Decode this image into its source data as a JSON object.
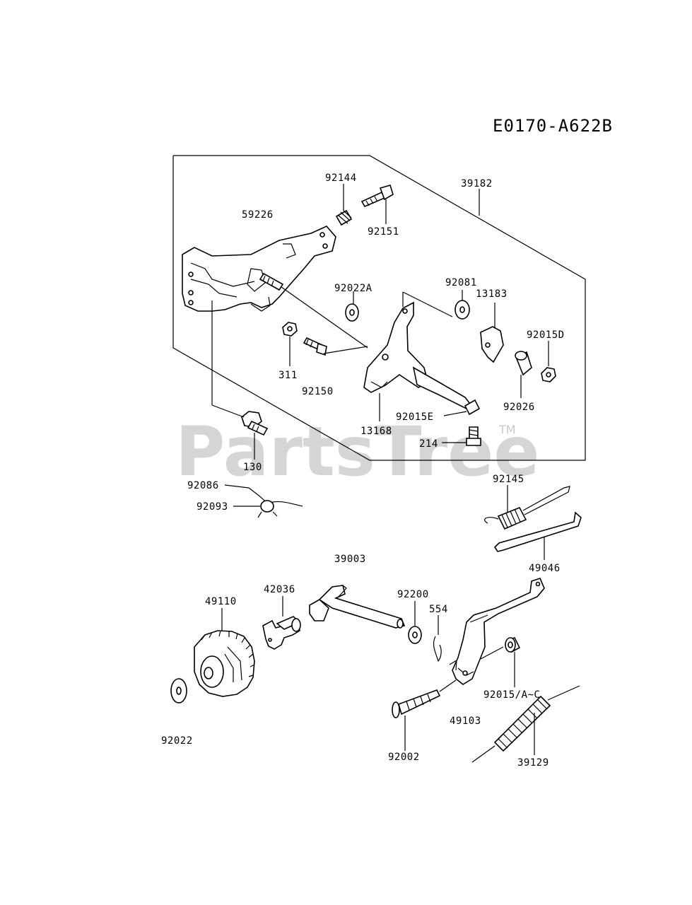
{
  "diagram_code": "E0170-A622B",
  "watermark": {
    "text": "PartsTree",
    "tm": "TM"
  },
  "labels": {
    "p92144": "92144",
    "p39182": "39182",
    "p59226": "59226",
    "p92151": "92151",
    "p92022A": "92022A",
    "p92081": "92081",
    "p13183": "13183",
    "p92015D": "92015D",
    "p311": "311",
    "p92150": "92150",
    "p92026": "92026",
    "p92015E": "92015E",
    "p13168": "13168",
    "p214": "214",
    "p130": "130",
    "p92086": "92086",
    "p92093": "92093",
    "p92145": "92145",
    "p49046": "49046",
    "p39003": "39003",
    "p42036": "42036",
    "p49110": "49110",
    "p92200": "92200",
    "p554": "554",
    "p92015AC": "92015/A~C",
    "p49103": "49103",
    "p92022": "92022",
    "p92002": "92002",
    "p39129": "39129"
  }
}
